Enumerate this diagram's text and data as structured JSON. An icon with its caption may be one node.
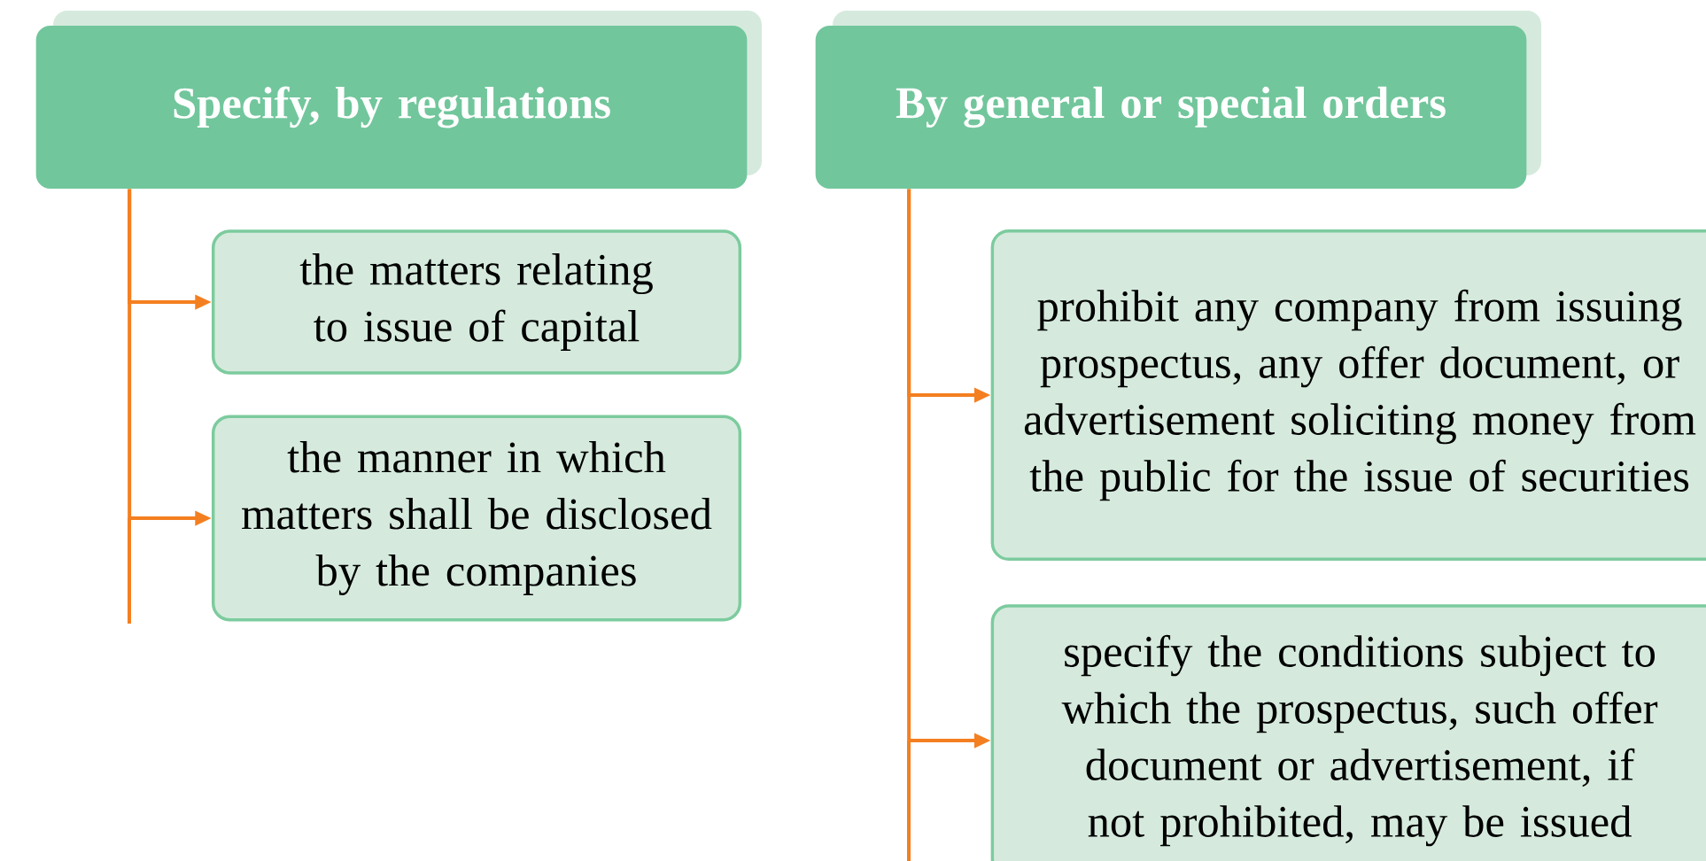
{
  "diagram": {
    "nodes": [
      {
        "text": [
          "Specify, by regulations"
        ]
      },
      {
        "text": [
          "By general or special orders"
        ]
      },
      {
        "text": [
          "the matters relating to issue of capital"
        ]
      },
      {
        "text": [
          "the manner in which matters shall be disclosed by the companies"
        ]
      },
      {
        "text": [
          "prohibit any company from issuing prospectus, any offer document, or advertisement soliciting money from the public for the issue of securities"
        ]
      },
      {
        "text": [
          "specify the conditions subject to which the prospectus, such offer document or advertisement, if not prohibited, may be issued"
        ]
      }
    ],
    "edges": [
      {
        "from": 0,
        "to": 2,
        "arrow": "to"
      },
      {
        "from": 0,
        "to": 3,
        "arrow": "to"
      },
      {
        "from": 1,
        "to": 4,
        "arrow": "to"
      },
      {
        "from": 1,
        "to": 5,
        "arrow": "to"
      }
    ]
  }
}
